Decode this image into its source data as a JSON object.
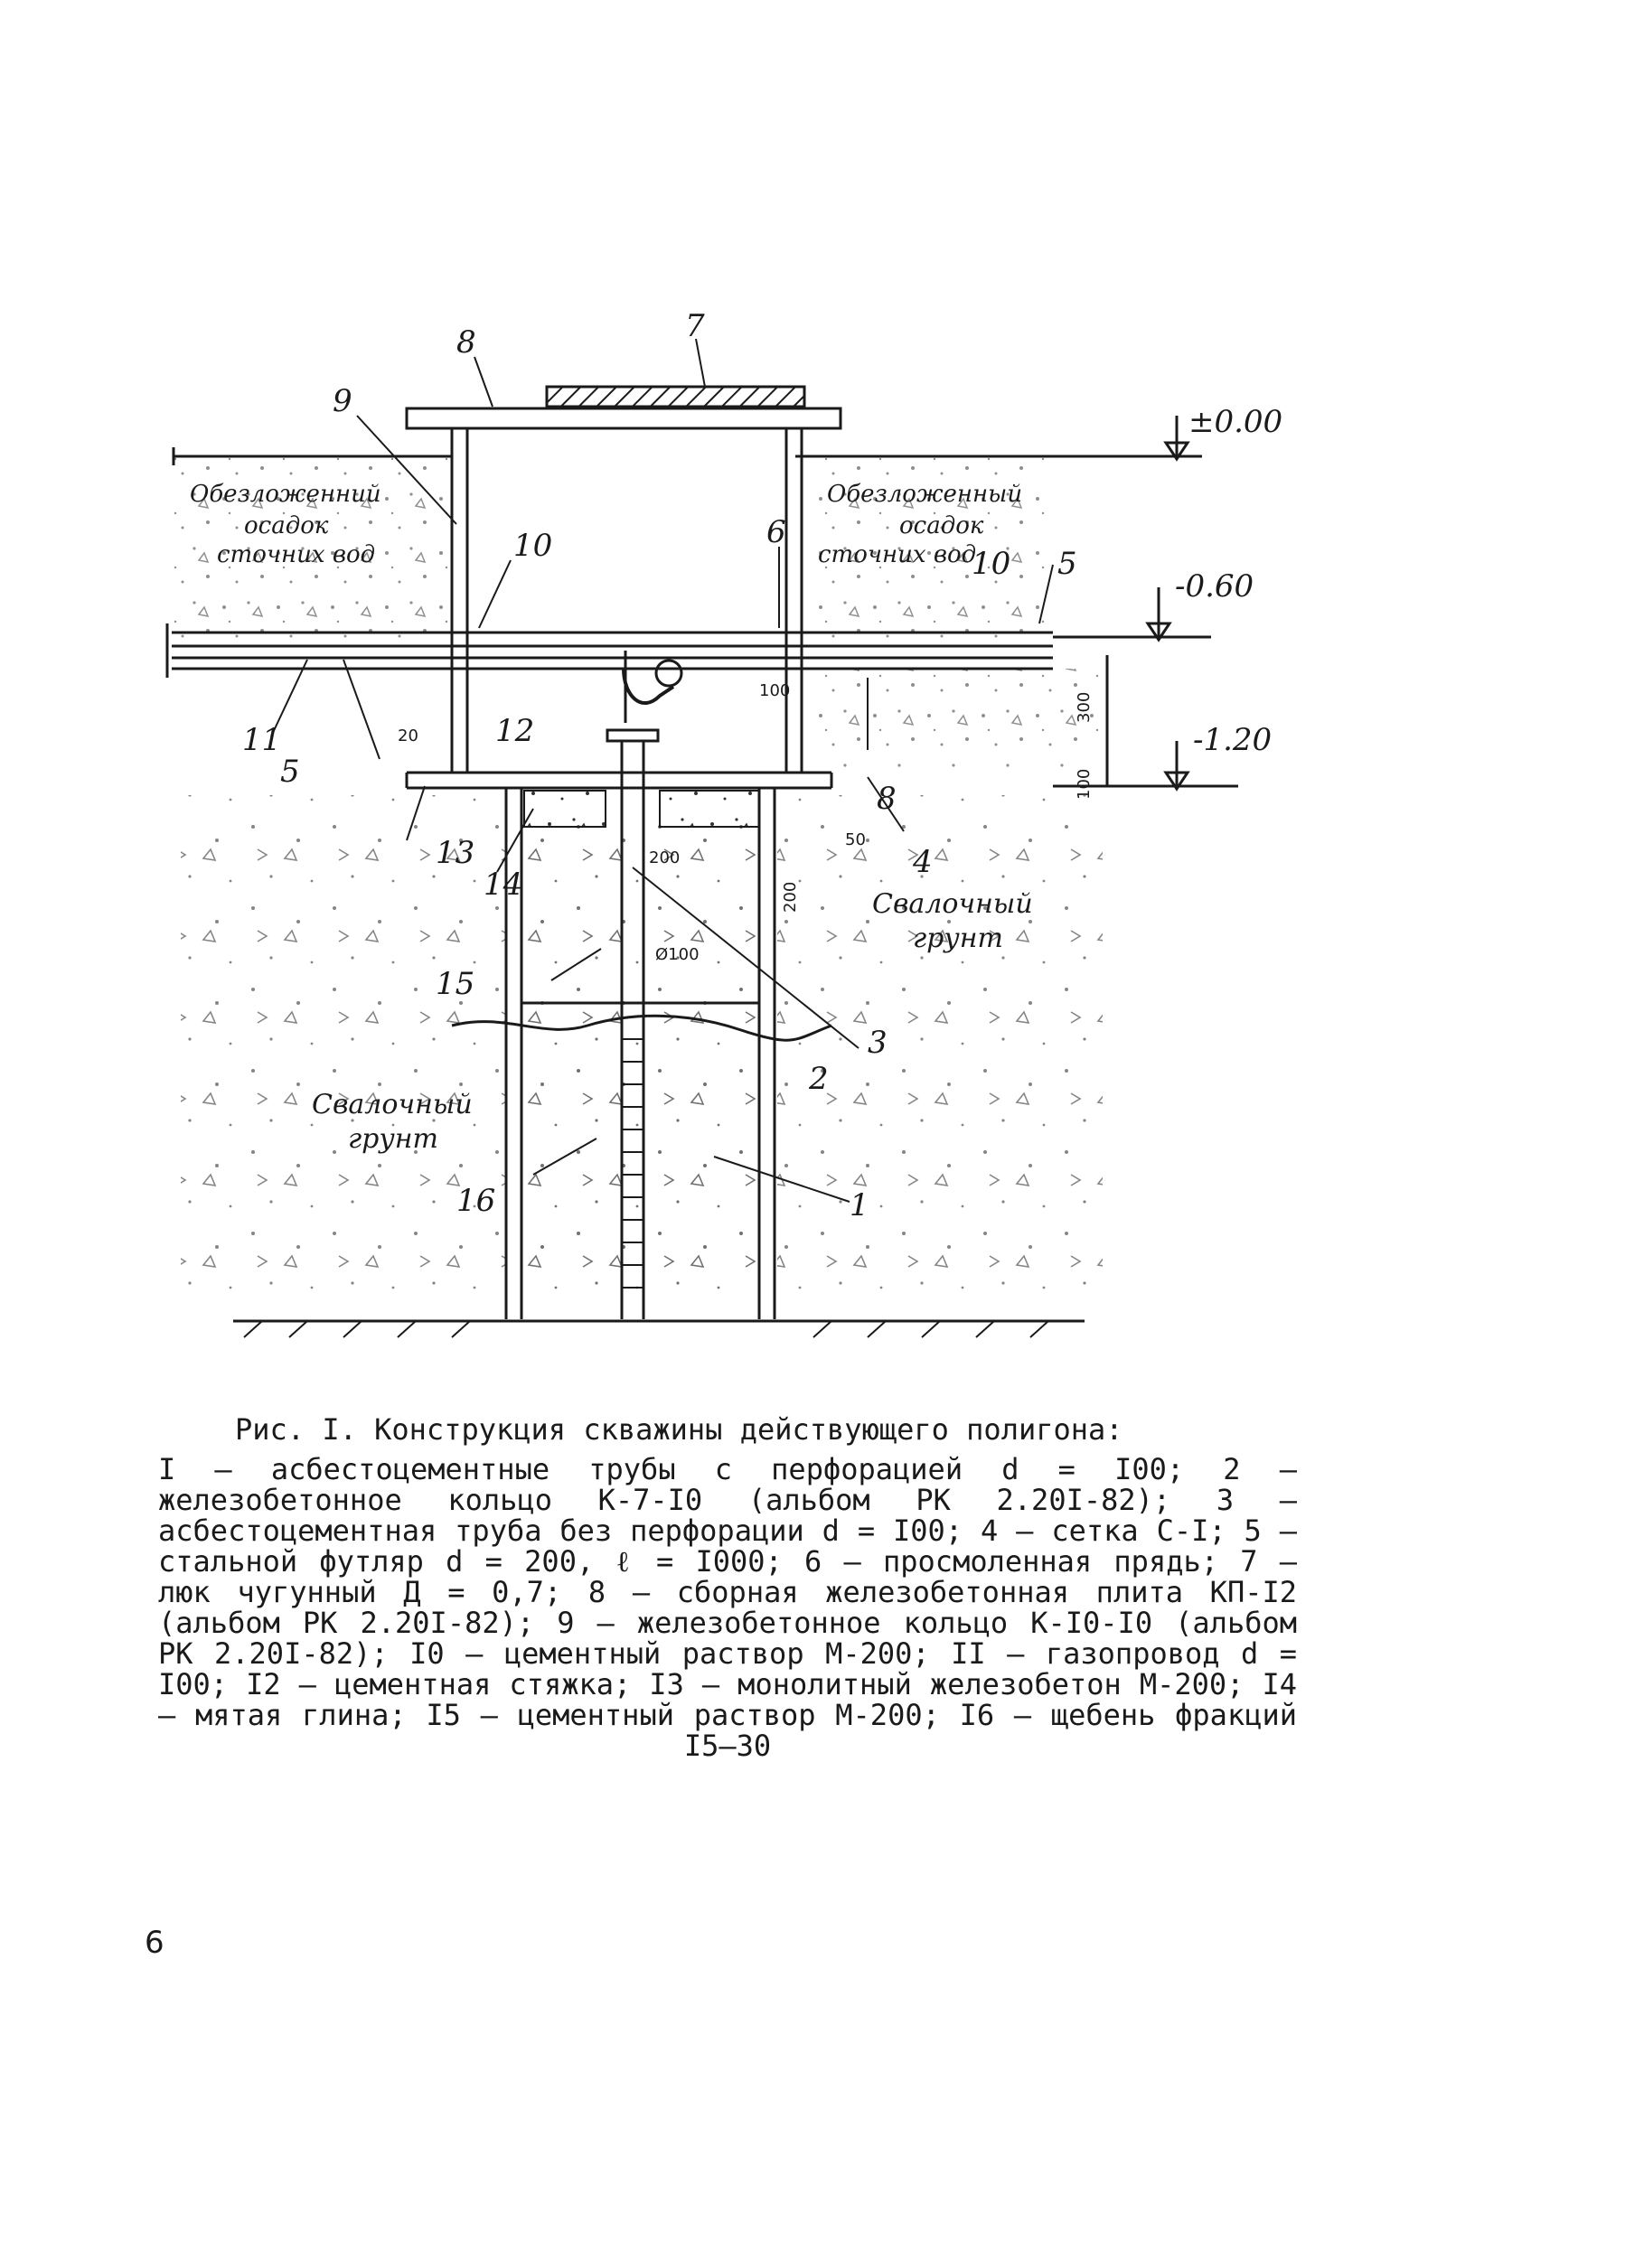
{
  "drawing": {
    "elevations": {
      "top": "±0.00",
      "pipe": "-0.60",
      "base": "-1.20"
    },
    "callouts": {
      "n1": "1",
      "n2": "2",
      "n3": "3",
      "n4": "4",
      "n5": "5",
      "n5b": "5",
      "n6": "6",
      "n7": "7",
      "n8": "8",
      "n8b": "8",
      "n9": "9",
      "n10": "10",
      "n10b": "10",
      "n11": "11",
      "n12": "12",
      "n13": "13",
      "n14": "14",
      "n15": "15",
      "n16": "16"
    },
    "soil_labels": {
      "left_upper": [
        "Обезложенний",
        "осадок",
        "сточних вод"
      ],
      "right_upper": [
        "Обезложенный",
        "осадок",
        "сточних вод"
      ],
      "right_lower": [
        "Свалочный",
        "грунт"
      ],
      "left_lower": [
        "Свалочный",
        "грунт"
      ]
    },
    "dimensions": {
      "d1": "100",
      "d2": "300",
      "d3": "100",
      "d4": "20",
      "d5": "50",
      "d6": "200",
      "d7": "Ø100",
      "d8": "200"
    }
  },
  "caption": {
    "title": "Рис. I. Конструкция скважины действующего полигона:",
    "legend": "I – асбестоцементные трубы с перфорацией d = I00; 2 – железобетонное кольцо К-7-I0 (альбом РК 2.20I-82); 3 – асбестоцементная труба без перфорации d = I00; 4 – сетка С-I; 5 – стальной футляр d = 200, ℓ = I000; 6 – просмоленная прядь; 7 – люк чугунный Д = 0,7; 8 – сборная железобетонная плита КП-I2 (альбом РК 2.20I-82); 9 – железобетонное кольцо К-I0-I0 (альбом РК 2.20I-82); I0 – цементный раствор М-200; II – газопровод d = I00; I2 – цементная стяжка; I3 – монолитный железобетон М-200; I4 – мятая глина; I5 – цементный раствор М-200; I6 – щебень фракций I5–30"
  },
  "page_number": "6"
}
